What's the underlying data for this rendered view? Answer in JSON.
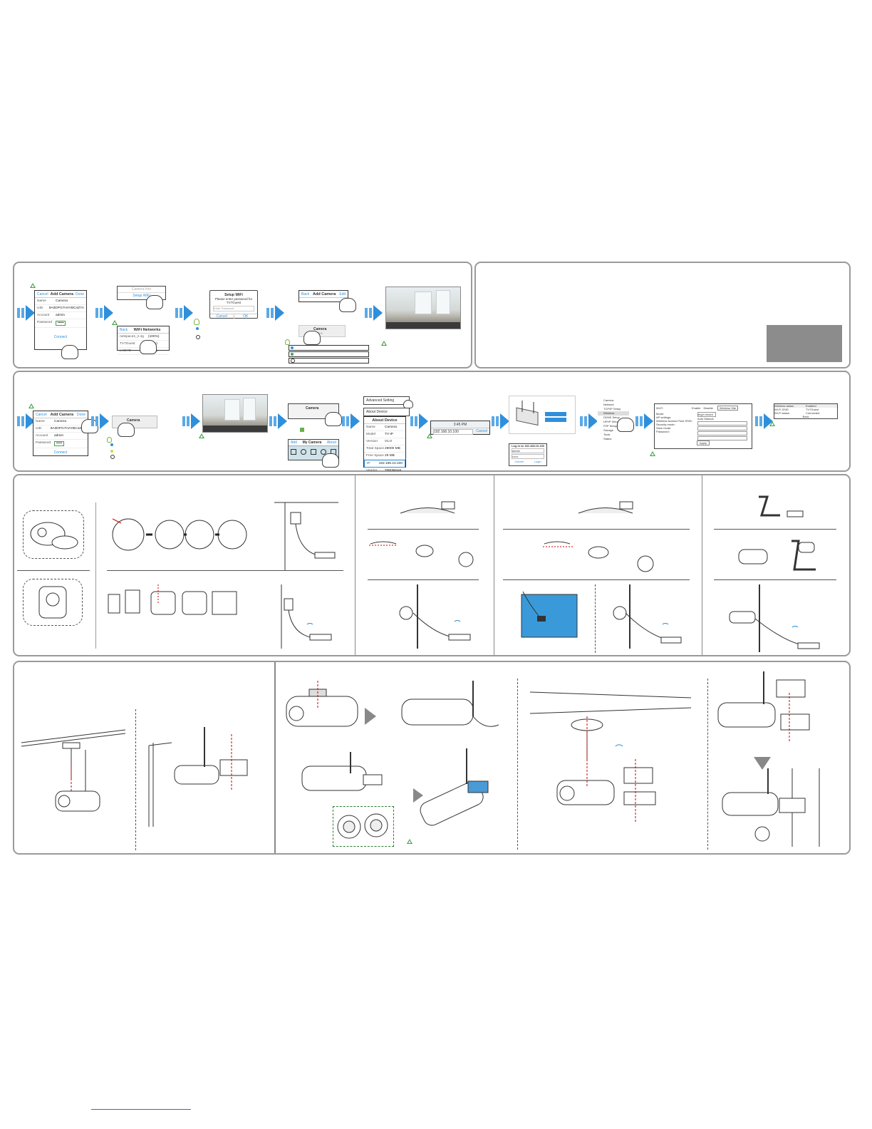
{
  "app1": {
    "add_camera": {
      "cancel": "Cancel",
      "title": "Add Camera",
      "done": "Done",
      "rows": [
        {
          "k": "Name",
          "v": "Camera"
        },
        {
          "k": "UID",
          "v": "9A0DPG7HAYBC4Z7A"
        },
        {
          "k": "Account",
          "v": "admin"
        },
        {
          "k": "Password",
          "v": "•••••"
        }
      ],
      "connect": "Connect"
    },
    "menu": {
      "item1": "Camera Info",
      "item2": "Setup WiFi"
    },
    "wifi": {
      "back": "Back",
      "title": "WiFi Networks",
      "networks": [
        {
          "name": "netspaces_2.4g",
          "signal": "(100%)"
        },
        {
          "name": "TV7Guest",
          "signal": "(96%)"
        },
        {
          "name": "LHBYD",
          "signal": "(88%)"
        }
      ]
    },
    "setup_wifi": {
      "title": "Setup WiFi",
      "message": "Please enter password for TV7Guest",
      "placeholder": "Enter Password",
      "cancel": "Cancel",
      "ok": "OK"
    },
    "camera_list": {
      "back": "Back",
      "title": "Add Camera",
      "edit": "Edit",
      "camera_name": "Camera",
      "camera_status": "Online"
    }
  },
  "app2": {
    "add_camera": {
      "cancel": "Cancel",
      "title": "Add Camera",
      "done": "Done",
      "rows": [
        {
          "k": "Name",
          "v": "Camera"
        },
        {
          "k": "UID",
          "v": "9A0DPG7HAYBC4Z7A"
        },
        {
          "k": "Account",
          "v": "admin"
        },
        {
          "k": "Password",
          "v": "•••••"
        }
      ],
      "connect": "Connect"
    },
    "camera_list": {
      "camera_name": "Camera"
    },
    "camera_tile": {
      "camera_name": "Camera"
    },
    "my_cameras": {
      "add": "Add",
      "title": "My Camera",
      "about": "About"
    },
    "menu": {
      "advanced": "Advanced Setting",
      "about_device": "About Device"
    },
    "about_device": {
      "title": "About Device",
      "rows": [
        {
          "k": "Name",
          "v": "Camera"
        },
        {
          "k": "Model",
          "v": "TV-IP"
        },
        {
          "k": "Version",
          "v": "V1.0"
        },
        {
          "k": "Total Space",
          "v": "29000 MB"
        },
        {
          "k": "Free Space",
          "v": "29 MB"
        },
        {
          "k": "IP",
          "v": "192.168.10.100"
        },
        {
          "k": "Vendor",
          "v": "TRENDnet"
        }
      ]
    },
    "browser": {
      "time": "3:45 PM",
      "url": "192.168.10.100",
      "cancel": "Cancel"
    },
    "login": {
      "title": "Log in to 192.168.10.100",
      "user_label": "admin",
      "pass_label": "••••••",
      "cancel": "Cancel",
      "login": "Login"
    },
    "web_menu": [
      "Camera",
      "Network",
      "TCP/IP Setup",
      "Wireless",
      "DDNS Setup",
      "UPnP Setup",
      "P2P Setup",
      "Storage",
      "Tools",
      "Status"
    ],
    "wifi_form": {
      "wifi_label": "Wi-Fi",
      "enable": "Enable",
      "disable": "Disable",
      "wifi_scan": "Wireless Site",
      "labels": [
        "Mode:",
        "AP settings:",
        "Wireless Access Point SSID:",
        "Security mode:",
        "Save mode:",
        "Password:"
      ],
      "mode_value": "b/g/n mixed",
      "auto": "Auto",
      "manual": "Manual",
      "apply": "Apply"
    },
    "status": {
      "rows": [
        {
          "k": "Wireless status",
          "v": "Enabled"
        },
        {
          "k": "Wi-Fi SSID",
          "v": "TV7Guest"
        },
        {
          "k": "Wi-Fi status",
          "v": "Connected"
        }
      ],
      "button": "Back"
    }
  },
  "colors": {
    "accent": "#2f8fdb",
    "warn": "#43a047",
    "border": "#9a9a9a",
    "gray": "#8c8c8c"
  },
  "icons": [
    "hand-pointer-icon",
    "warning-icon",
    "lightbulb-icon",
    "wifi-signal-icon",
    "router-icon",
    "camera-icon",
    "screw-icon"
  ]
}
